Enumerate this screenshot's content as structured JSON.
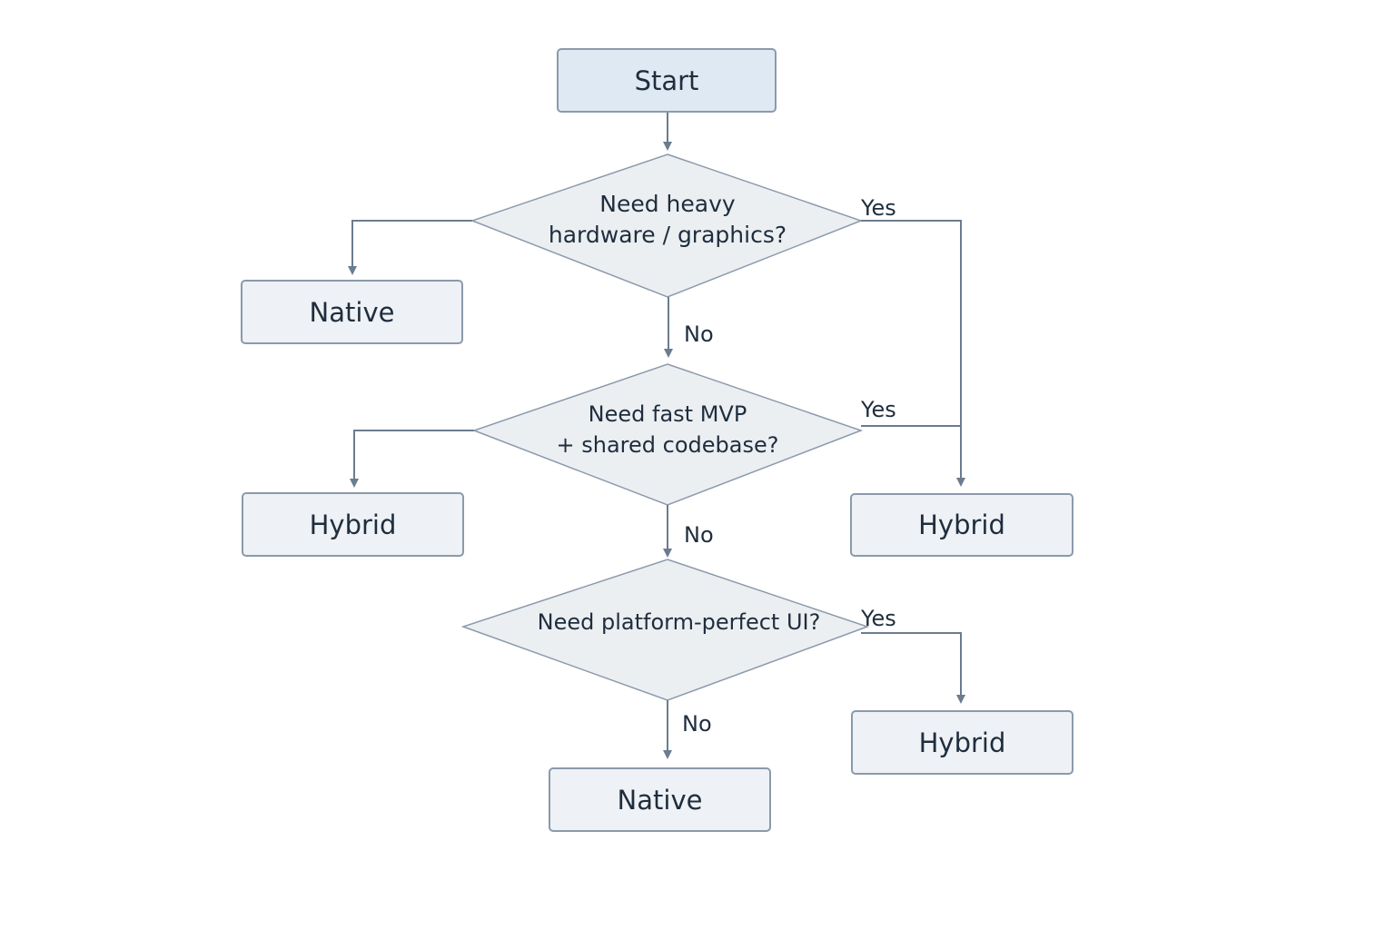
{
  "nodes": {
    "start": "Start",
    "q1": {
      "line1": "Need heavy",
      "line2": "hardware / graphics?"
    },
    "q2": {
      "line1": "Need fast MVP",
      "line2": "+ shared codebase?"
    },
    "q3": "Need platform-perfect UI?",
    "native_1": "Native",
    "hybrid_left": "Hybrid",
    "hybrid_right": "Hybrid",
    "hybrid_bottom_right": "Hybrid",
    "native_bottom": "Native"
  },
  "edge_labels": {
    "q1_yes": "Yes",
    "q1_no": "No",
    "q2_yes": "Yes",
    "q2_no": "No",
    "q3_yes": "Yes",
    "q3_no": "No"
  },
  "colors": {
    "connector": "#6b7c8f",
    "node_border": "#8b9aab",
    "node_fill": "#eef1f5",
    "start_fill": "#dfe9f3",
    "decision_fill": "#eceff2",
    "text": "#1f2d3d"
  }
}
